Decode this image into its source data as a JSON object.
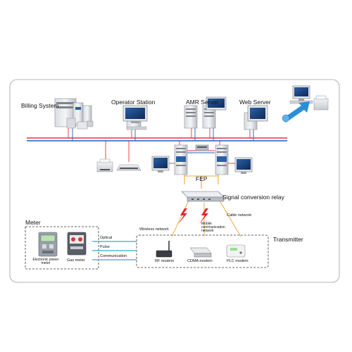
{
  "nodes": {
    "billing_system": "Billing System",
    "operator_station": "Operator Station",
    "amr_server": "AMR Server",
    "web_server": "Web Server",
    "fep": "FEP",
    "signal_conversion_relay": "Signal conversion relay",
    "cable_network": "Cable network",
    "wireless_network": "Wireless network",
    "mobile_communication_network": "Mobile communication network",
    "meter": "Meter",
    "transmitter": "Transmitter",
    "electronic_power_meter": "Electronic power meter",
    "gas_meter": "Gas meter",
    "rf_modem": "RF modem",
    "cdma_modem": "CDMA modem",
    "plc_modem": "PLC modem",
    "optical": "Optical",
    "pulse": "Pulse",
    "communication": "Communication"
  },
  "colors": {
    "bus_red": "#e8323c",
    "bus_blue": "#1f63b8",
    "orange_link": "#f2a23a",
    "teal_link": "#3aa6c9",
    "lightning": "#e8262c",
    "arrow_blue": "#2b8fd6"
  }
}
